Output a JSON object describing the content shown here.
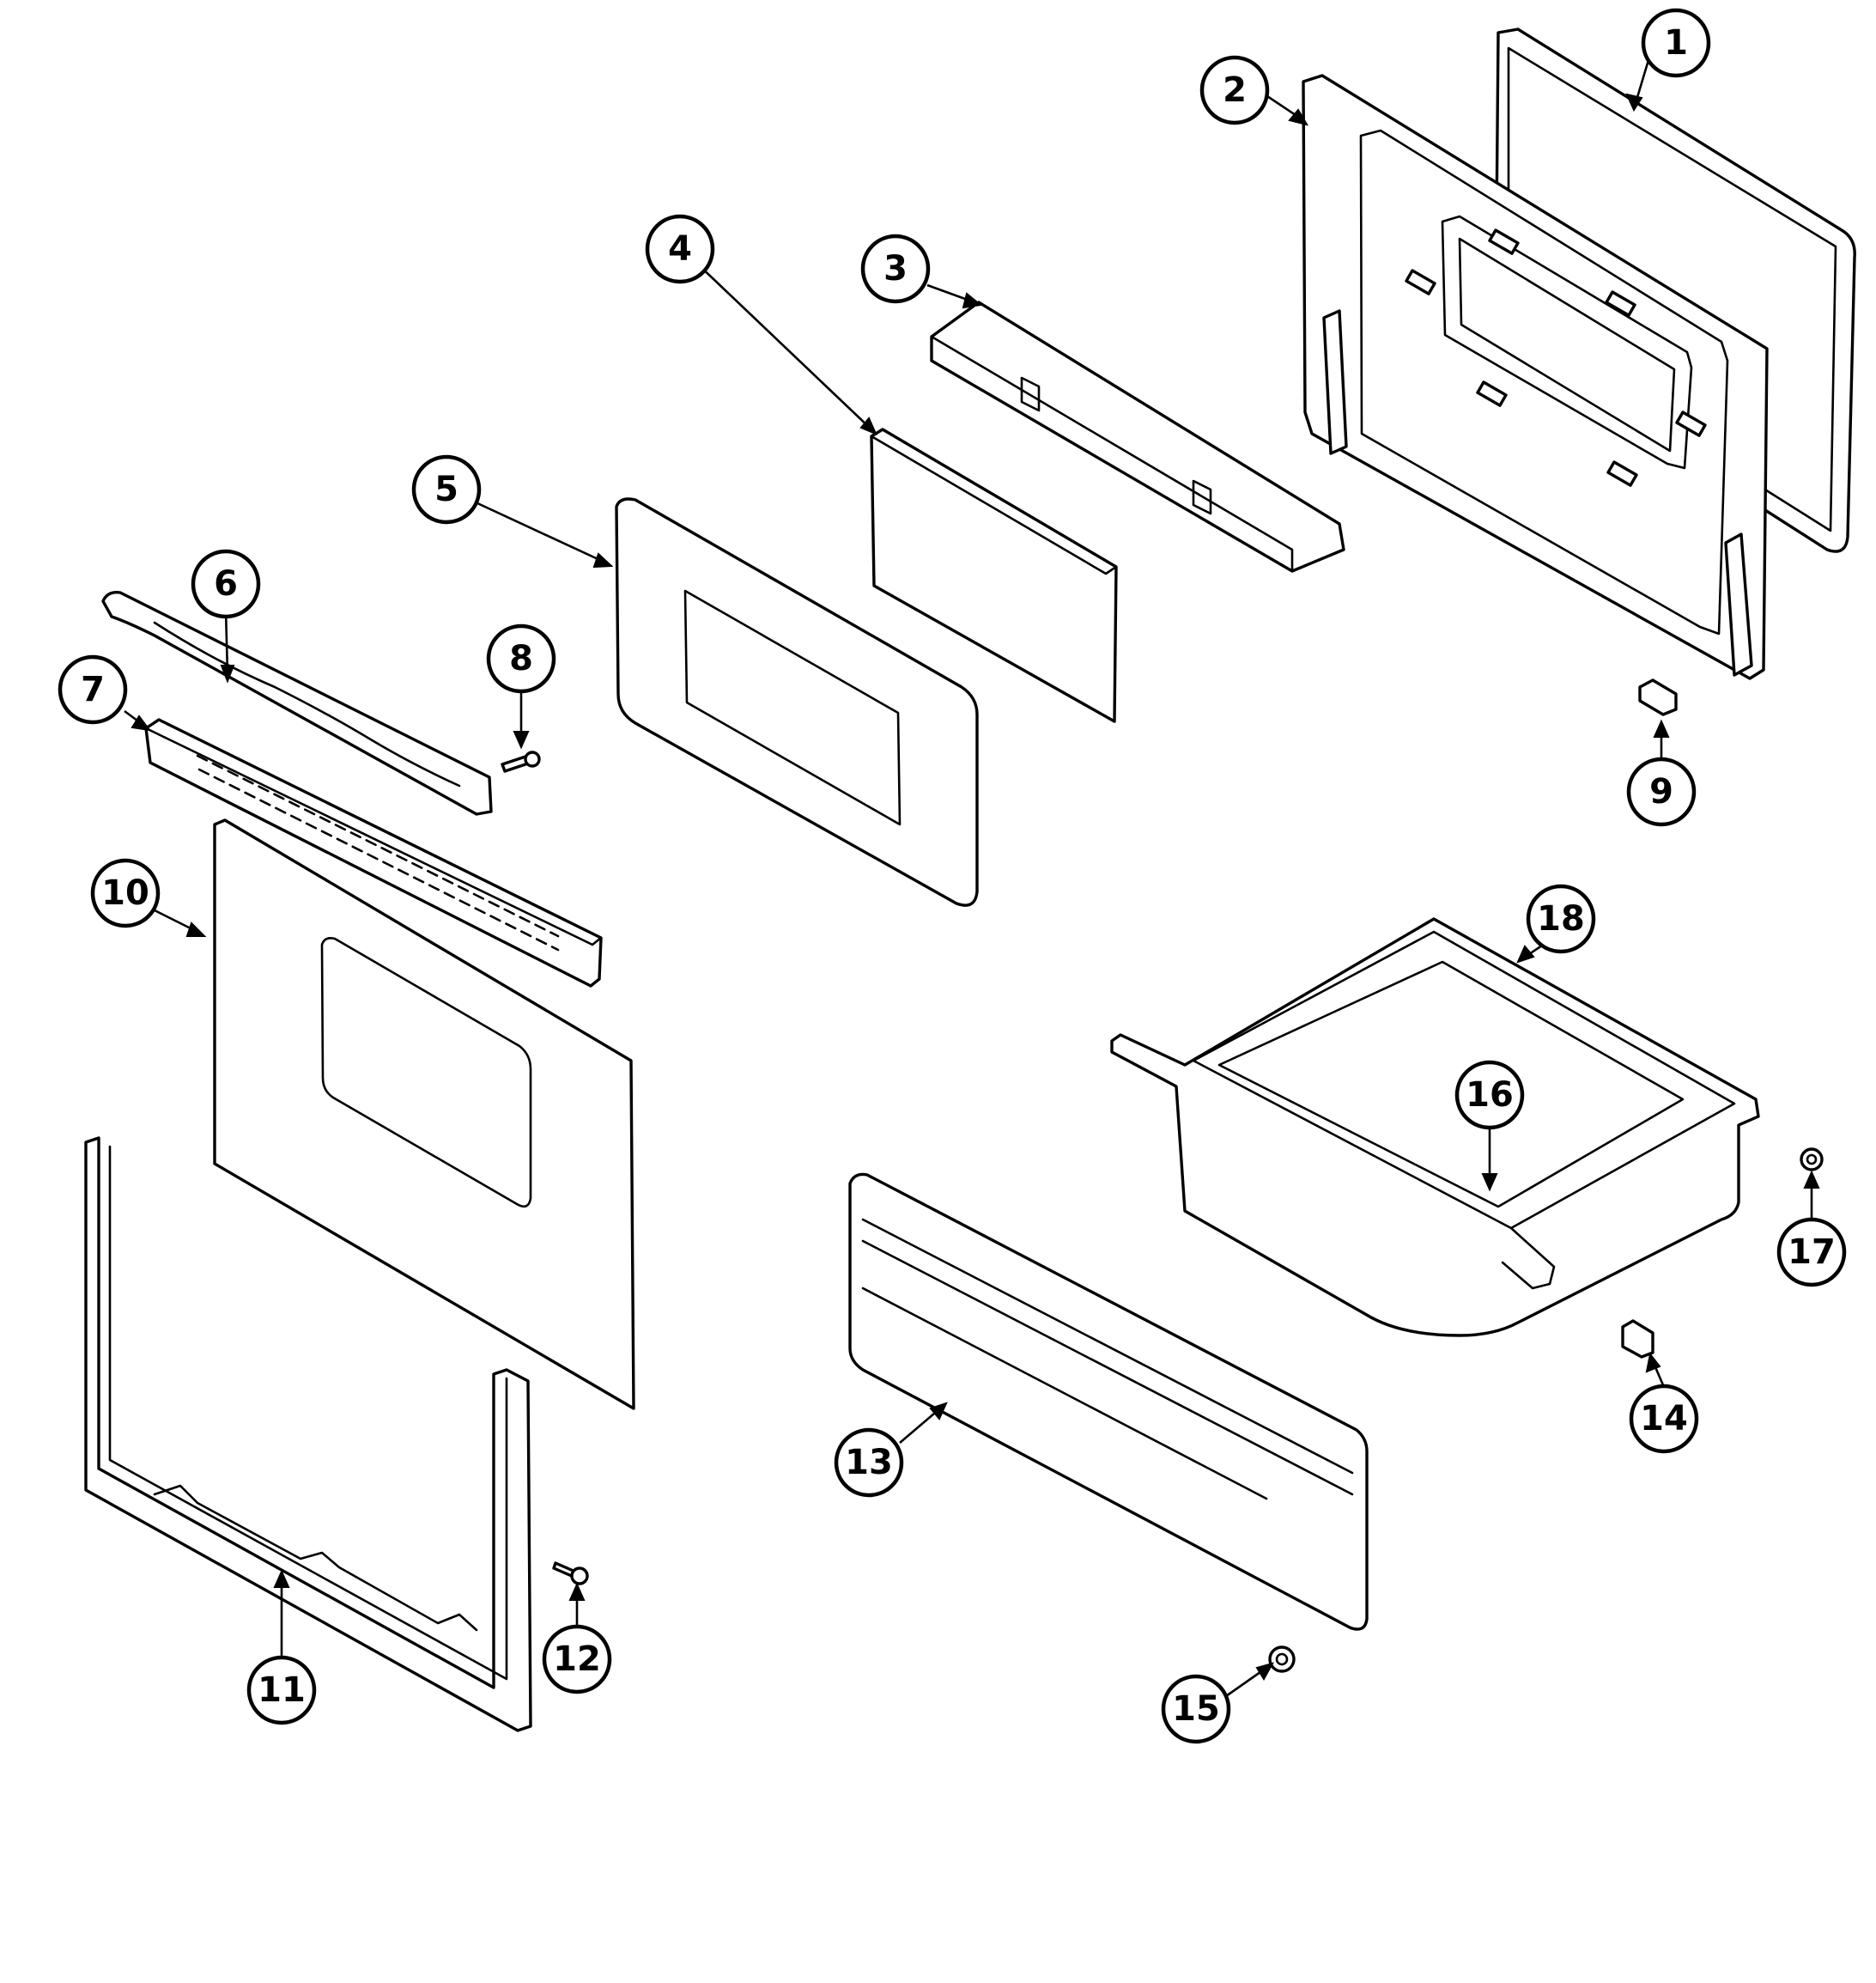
{
  "diagram": {
    "type": "exploded-parts-view",
    "colors": {
      "line": "#000000",
      "background": "#ffffff"
    },
    "callouts": [
      {
        "id": "1",
        "label": "1"
      },
      {
        "id": "2",
        "label": "2"
      },
      {
        "id": "3",
        "label": "3"
      },
      {
        "id": "4",
        "label": "4"
      },
      {
        "id": "5",
        "label": "5"
      },
      {
        "id": "6",
        "label": "6"
      },
      {
        "id": "7",
        "label": "7"
      },
      {
        "id": "8",
        "label": "8"
      },
      {
        "id": "9",
        "label": "9"
      },
      {
        "id": "10",
        "label": "10"
      },
      {
        "id": "11",
        "label": "11"
      },
      {
        "id": "12",
        "label": "12"
      },
      {
        "id": "13",
        "label": "13"
      },
      {
        "id": "14",
        "label": "14"
      },
      {
        "id": "15",
        "label": "15"
      },
      {
        "id": "16",
        "label": "16"
      },
      {
        "id": "17",
        "label": "17"
      },
      {
        "id": "18",
        "label": "18"
      }
    ]
  }
}
